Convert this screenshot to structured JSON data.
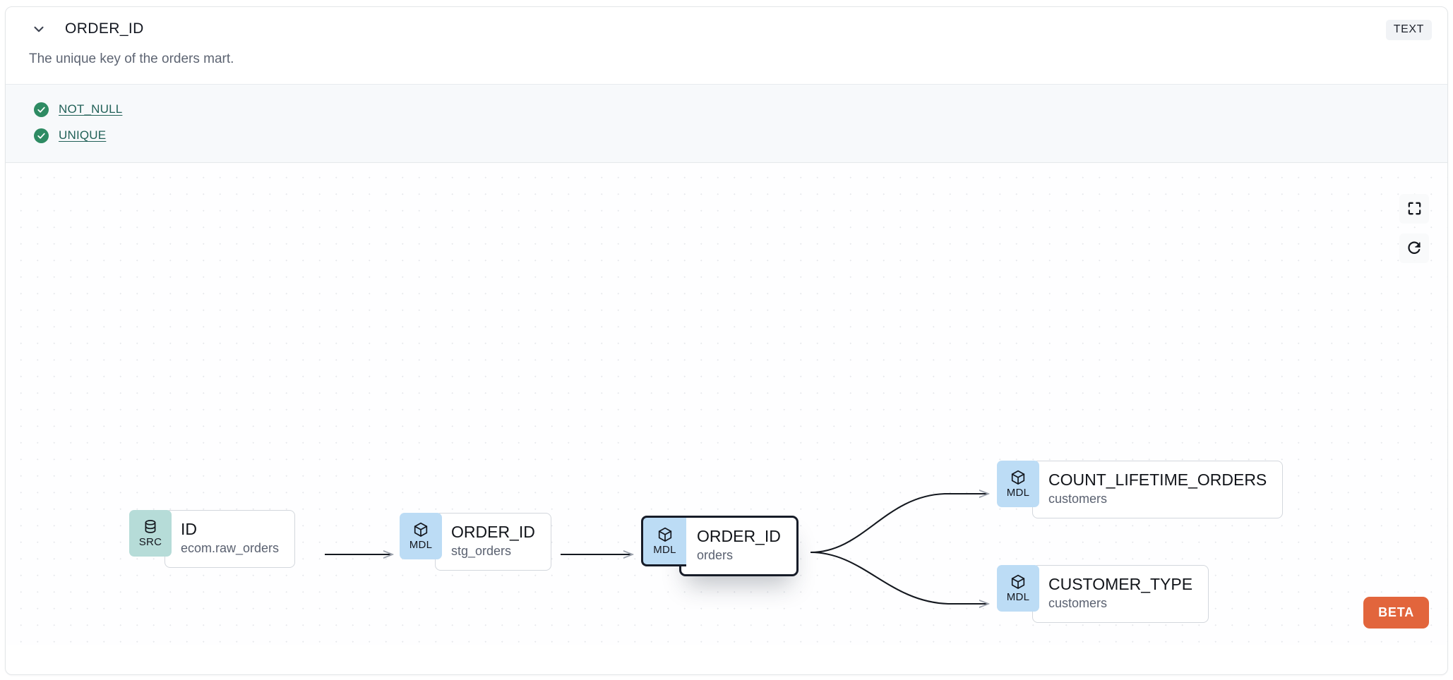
{
  "header": {
    "column_name": "ORDER_ID",
    "type_badge": "TEXT",
    "chevron_icon": "chevron-down-icon"
  },
  "description": "The unique key of the orders mart.",
  "tests": [
    {
      "label": "NOT_NULL",
      "status": "passed",
      "icon": "check-circle-icon"
    },
    {
      "label": "UNIQUE",
      "status": "passed",
      "icon": "check-circle-icon"
    }
  ],
  "lineage": {
    "nodes": [
      {
        "id": "src",
        "badge": "SRC",
        "badge_icon": "database-icon",
        "name": "ID",
        "resource": "ecom.raw_orders",
        "selected": false
      },
      {
        "id": "stg",
        "badge": "MDL",
        "badge_icon": "cube-icon",
        "name": "ORDER_ID",
        "resource": "stg_orders",
        "selected": false
      },
      {
        "id": "orders",
        "badge": "MDL",
        "badge_icon": "cube-icon",
        "name": "ORDER_ID",
        "resource": "orders",
        "selected": true
      },
      {
        "id": "count",
        "badge": "MDL",
        "badge_icon": "cube-icon",
        "name": "COUNT_LIFETIME_ORDERS",
        "resource": "customers",
        "selected": false
      },
      {
        "id": "custtype",
        "badge": "MDL",
        "badge_icon": "cube-icon",
        "name": "CUSTOMER_TYPE",
        "resource": "customers",
        "selected": false
      }
    ],
    "edges": [
      {
        "from": "src",
        "to": "stg"
      },
      {
        "from": "stg",
        "to": "orders"
      },
      {
        "from": "orders",
        "to": "count"
      },
      {
        "from": "orders",
        "to": "custtype"
      }
    ]
  },
  "controls": [
    {
      "id": "fit-view",
      "icon": "fullscreen-icon",
      "label": ""
    },
    {
      "id": "reset-view",
      "icon": "refresh-icon",
      "label": ""
    }
  ],
  "beta_label": "BETA",
  "colors": {
    "src_badge": "#b6dcd8",
    "mdl_badge": "#bcdcf5",
    "test_pass": "#2e8b63",
    "test_link": "#226158",
    "beta": "#e2653c",
    "selected_border": "#171c28"
  }
}
